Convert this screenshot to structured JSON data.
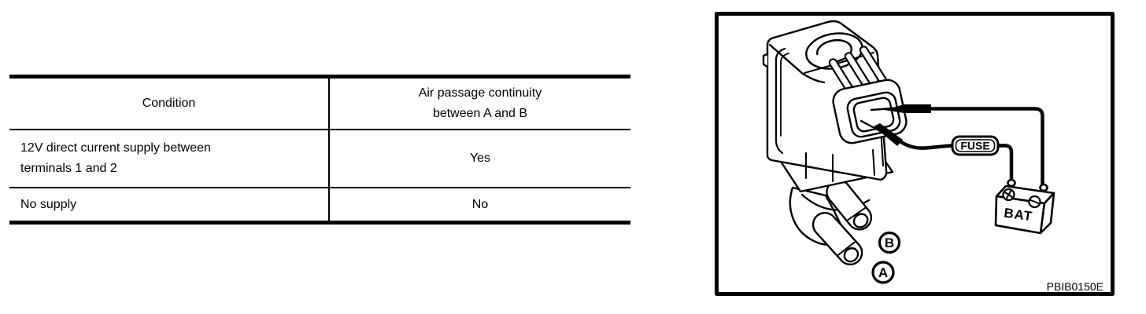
{
  "page": {
    "background": "#ffffff",
    "line_color": "#000000"
  },
  "table": {
    "columns": [
      "Condition",
      "Air passage continuity\nbetween A and B"
    ],
    "rows": [
      {
        "condition": "12V direct current supply between\nterminals 1 and 2",
        "continuity": "Yes"
      },
      {
        "condition": "No supply",
        "continuity": "No"
      }
    ]
  },
  "diagram": {
    "description": "Solenoid valve continuity test illustration",
    "fuse_label": "FUSE",
    "battery_label": "BAT",
    "port_b_label": "B",
    "port_a_label": "A",
    "figure_code": "PBIB0150E"
  }
}
